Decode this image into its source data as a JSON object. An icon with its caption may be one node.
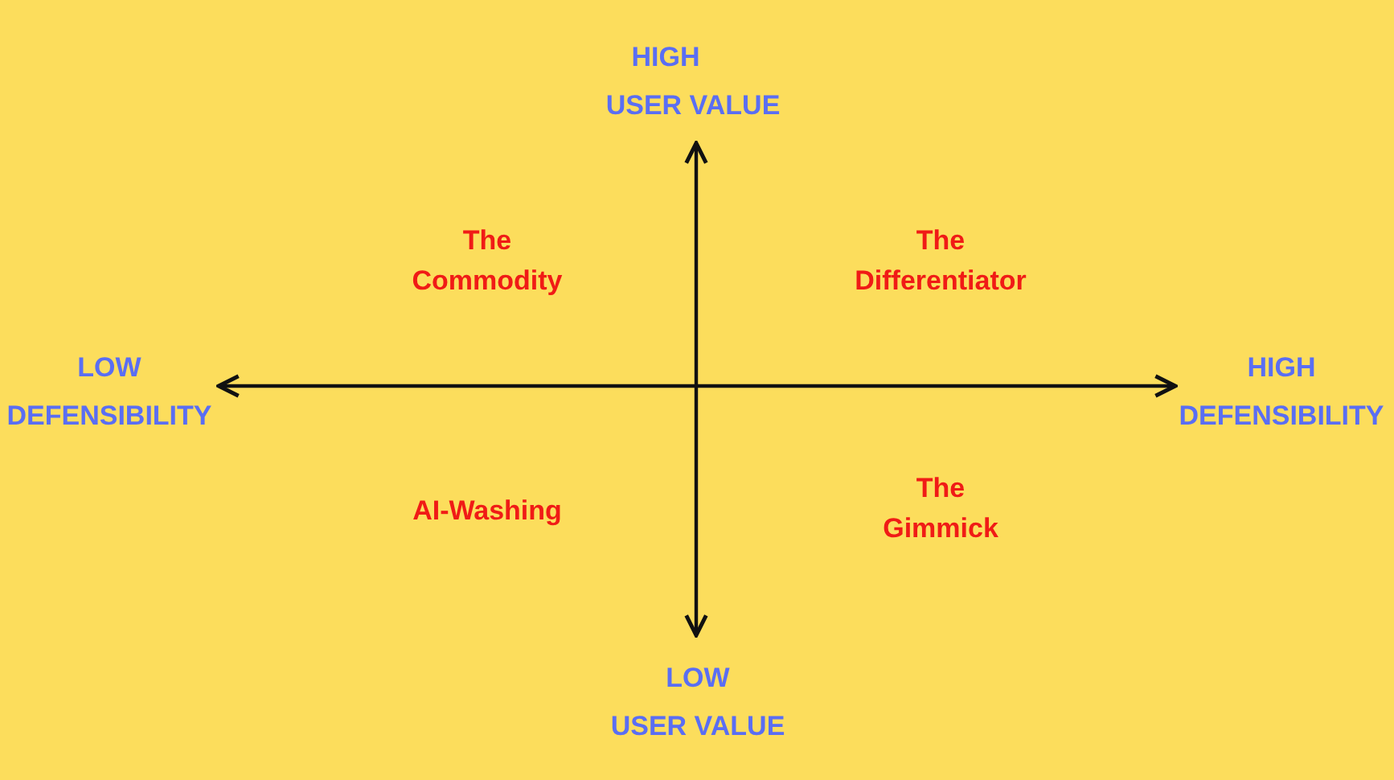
{
  "diagram": {
    "labels": [
      "HIGH",
      "USER VALUE",
      "The Commodity",
      "The Differentiator",
      "LOW",
      "DEFENSIBILITY",
      "HIGH",
      "DEFENSIBILITY",
      "AI-Washing",
      "The Gimmick",
      "LOW",
      "USER VALUE"
    ]
  }
}
